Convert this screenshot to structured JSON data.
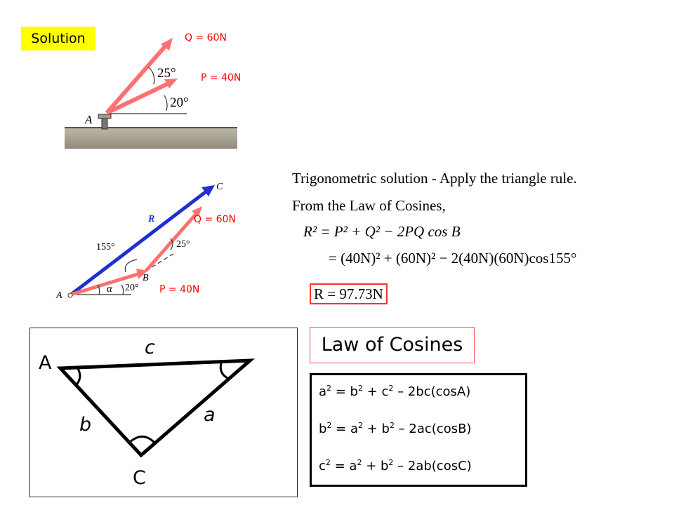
{
  "solution_label": "Solution",
  "figure1": {
    "q_label": "Q = 60N",
    "p_label": "P = 40N",
    "angle_q": "25°",
    "angle_p": "20°",
    "point_a": "A"
  },
  "figure2": {
    "q_label": "Q = 60N",
    "p_label": "P = 40N",
    "label_c": "C",
    "label_r": "R",
    "label_b": "B",
    "label_a": "A",
    "angle_155": "155°",
    "angle_25": "25°",
    "angle_20": "20°",
    "angle_alpha": "α"
  },
  "trig": {
    "line1": "Trigonometric solution - Apply the triangle rule.",
    "line2": "From the Law of Cosines,",
    "eq1": "R² = P² + Q² − 2PQ cos B",
    "eq2": "= (40N)² + (60N)² − 2(40N)(60N)cos155°",
    "result": "R = 97.73N"
  },
  "triangle": {
    "label_c_side": "c",
    "label_a_vertex": "A",
    "label_a_side": "a",
    "label_b_side": "b",
    "label_c_vertex": "C"
  },
  "law": {
    "title": "Law of Cosines",
    "formulas": [
      {
        "l": "a",
        "p1": " = b",
        "p2": " + c",
        "p3": " – 2bc(cosA)"
      },
      {
        "l": "b",
        "p1": " = a",
        "p2": " + b",
        "p3": " – 2ac(cosB)"
      },
      {
        "l": "c",
        "p1": " = a",
        "p2": " + b",
        "p3": " – 2ab(cosC)"
      }
    ],
    "exponent": "2"
  }
}
